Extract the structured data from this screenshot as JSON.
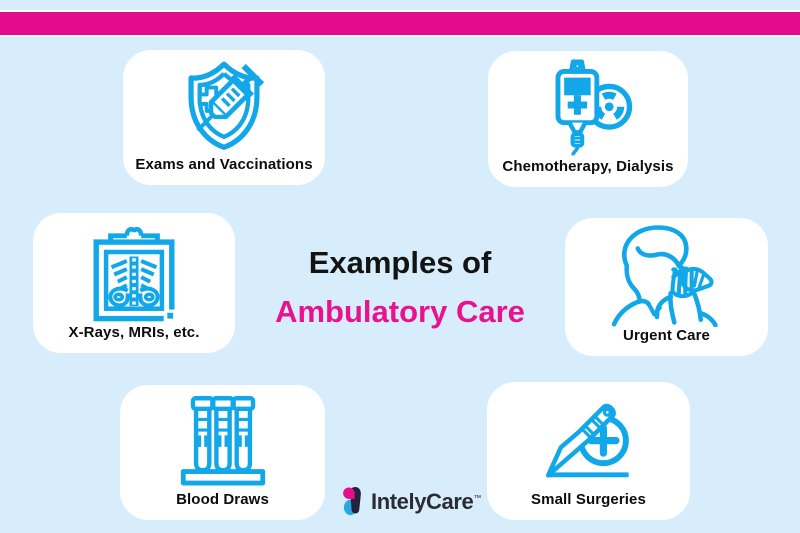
{
  "page": {
    "background_color": "#d8edfb",
    "accent_bar_color": "#e10b8c"
  },
  "title": {
    "line1": "Examples of",
    "line2": "Ambulatory Care",
    "line1_color": "#131313",
    "line2_color": "#e8128f"
  },
  "cards": [
    {
      "label": "Exams and Vaccinations",
      "icon": "shield-syringe-icon"
    },
    {
      "label": "Chemotherapy, Dialysis",
      "icon": "iv-bag-radiation-icon"
    },
    {
      "label": "X-Rays, MRIs, etc.",
      "icon": "xray-icon"
    },
    {
      "label": "Urgent Care",
      "icon": "person-blowing-nose-icon"
    },
    {
      "label": "Blood Draws",
      "icon": "test-tubes-icon"
    },
    {
      "label": "Small Surgeries",
      "icon": "scalpel-cross-icon"
    }
  ],
  "logo": {
    "name": "IntelyCare",
    "trademark": "™",
    "colors": {
      "pink": "#e60d8e",
      "blue": "#29a8e0",
      "navy": "#23233b",
      "text": "#2b2b33"
    }
  },
  "colors": {
    "icon_blue": "#12a7e9",
    "card_background": "#ffffff",
    "label_color": "#0d0d0d"
  }
}
